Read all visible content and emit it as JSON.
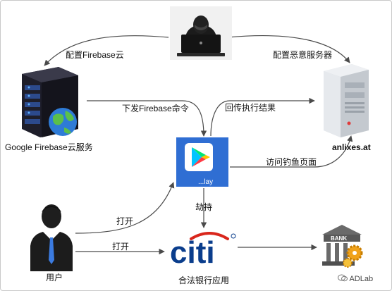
{
  "nodes": {
    "hacker": {
      "icon": "hacker-laptop-icon"
    },
    "firebase": {
      "icon": "server-rack-globe-icon",
      "label": "Google Firebase云服务"
    },
    "malicious_server": {
      "icon": "tower-server-icon",
      "label": "anlixes.at"
    },
    "play_app": {
      "icon": "google-play-icon",
      "label": "...lay"
    },
    "user": {
      "icon": "businessman-icon",
      "label": "用户"
    },
    "citi_app": {
      "icon": "citi-logo-icon",
      "label": "合法银行应用",
      "logo_text": "citi"
    },
    "bank": {
      "icon": "bank-building-gears-icon",
      "logo_text": "BANK"
    }
  },
  "edges": {
    "config_firebase": "配置Firebase云",
    "config_malicious": "配置恶意服务器",
    "send_command": "下发Firebase命令",
    "return_result": "回传执行结果",
    "visit_phishing": "访问钓鱼页面",
    "hijack": "劫持",
    "open_play": "打开",
    "open_citi": "打开"
  },
  "watermark": {
    "text": "ADLab",
    "icon": "wechat-icon"
  },
  "colors": {
    "arrow": "#4a4a4a",
    "citi_blue": "#0a3d8c",
    "citi_red": "#d9261c",
    "server_blue": "#2c4a8c",
    "play_bg": "#2f6ed3"
  }
}
